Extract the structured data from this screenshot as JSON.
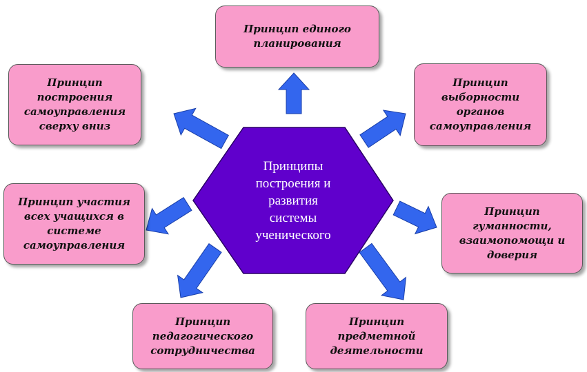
{
  "center": {
    "label": "Принципы\nпостроения и\nразвития\nсистемы\nученического",
    "fill": "#6000cc"
  },
  "arrow_color": "#3366ee",
  "box_fill": "#f99ccb",
  "principles": [
    {
      "id": "unified-planning",
      "label": "Принцип единого\nпланирования"
    },
    {
      "id": "elected-bodies",
      "label": "Принцип\nвыборности\nорганов\nсамоуправления"
    },
    {
      "id": "humanity",
      "label": "Принцип\nгуманности,\nвзаимопомощи и\nдоверия"
    },
    {
      "id": "subject-activity",
      "label": "Принцип\nпредметной\nдеятельности"
    },
    {
      "id": "pedagogical-cooperation",
      "label": "Принцип\nпедагогического\nсотрудничества"
    },
    {
      "id": "all-students-participation",
      "label": "Принцип участия\nвсех учащихся  в\nсистеме\nсамоуправления"
    },
    {
      "id": "top-down",
      "label": "Принцип\nпостроения\nсамоуправления\nсверху вниз"
    }
  ]
}
